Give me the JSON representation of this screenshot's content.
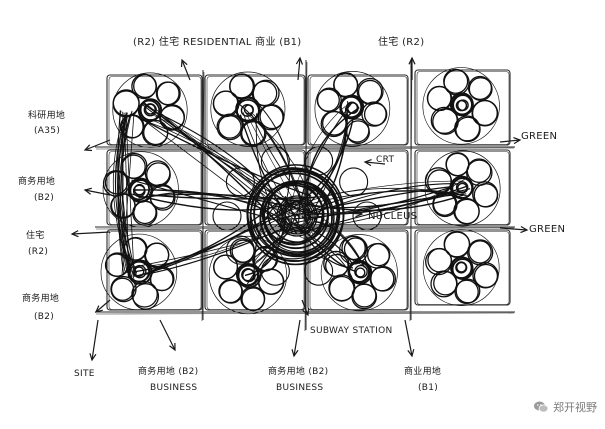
{
  "labels": {
    "top_left": "(R2) 住宅 RESIDENTIAL 商业 (B1)",
    "top_right": "住宅 (R2)",
    "left_1a": "科研用地",
    "left_1b": "(A35)",
    "left_2a": "商务用地",
    "left_2b": "(B2)",
    "left_3a": "住宅",
    "left_3b": "(R2)",
    "left_4a": "商务用地",
    "left_4b": "(B2)",
    "right_green_1": "GREEN",
    "right_green_2": "GREEN",
    "nucleus": "NUCLEUS",
    "crt": "CRT",
    "subway": "SUBWAY STATION",
    "site": "SITE",
    "bottom_1a": "商务用地 (B2)",
    "bottom_1b": "BUSINESS",
    "bottom_2a": "商务用地 (B2)",
    "bottom_2b": "BUSINESS",
    "bottom_3a": "商业用地",
    "bottom_3b": "(B1)"
  },
  "watermark": {
    "text": "郑开视野",
    "icon": "wechat-icon"
  }
}
